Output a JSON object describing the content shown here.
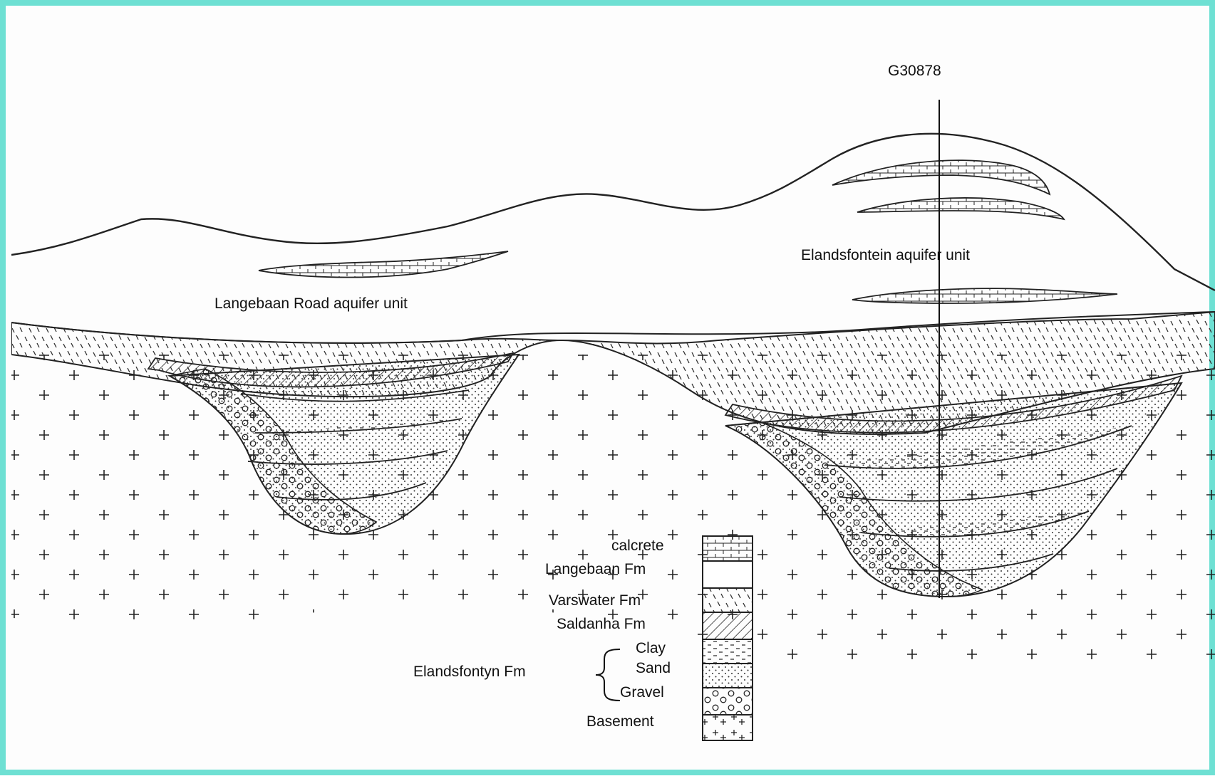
{
  "diagram": {
    "borehole_label": "G30878",
    "aquifer_units": {
      "left": "Langebaan Road aquifer unit",
      "right": "Elandsfontein aquifer unit"
    },
    "legend": {
      "calcrete": "calcrete",
      "langebaan": "Langebaan Fm",
      "varswater": "Varswater Fm",
      "saldanha": "Saldanha Fm",
      "elandsfontyn": "Elandsfontyn Fm",
      "clay": "Clay",
      "sand": "Sand",
      "gravel": "Gravel",
      "basement": "Basement"
    },
    "colors": {
      "frame": "#6ee0d3",
      "ink": "#222222"
    }
  }
}
